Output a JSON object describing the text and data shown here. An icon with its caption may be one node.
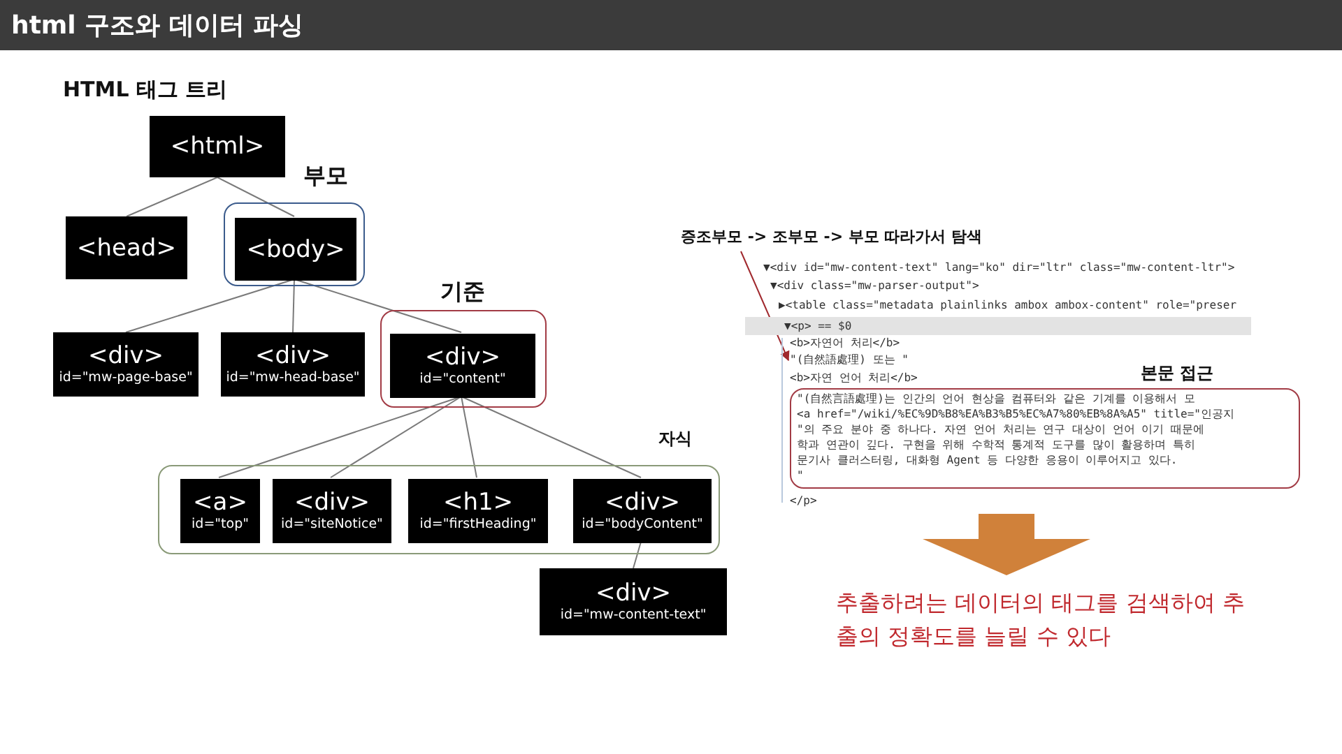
{
  "diagram": {
    "title": "html 구조와 데이터 파싱",
    "nodes": [
      {
        "text": [
          "<html>"
        ]
      },
      {
        "text": [
          "<head>"
        ]
      },
      {
        "text": [
          "부모"
        ]
      },
      {
        "text": [
          "<body>"
        ],
        "in": 2
      },
      {
        "text": [
          "<div>",
          "id=\"mw-page-base\""
        ]
      },
      {
        "text": [
          "<div>",
          "id=\"mw-head-base\""
        ]
      },
      {
        "text": [
          "기준"
        ]
      },
      {
        "text": [
          "<div>",
          "id=\"content\""
        ],
        "in": 6
      },
      {
        "text": [
          "자식"
        ]
      },
      {
        "text": [
          "<a>",
          "id=\"top\""
        ],
        "in": 8
      },
      {
        "text": [
          "<div>",
          "id=\"siteNotice\""
        ],
        "in": 8
      },
      {
        "text": [
          "<h1>",
          "id=\"firstHeading\""
        ],
        "in": 8
      },
      {
        "text": [
          "<div>",
          "id=\"bodyContent\""
        ],
        "in": 8
      },
      {
        "text": [
          "<div>",
          "id=\"mw-content-text\""
        ]
      },
      {
        "text": [
          "증조부모 -> 조부모 -> 부모 따라가서 탐색"
        ]
      },
      {
        "text": [
          "\"(自然語處理) 또는 \""
        ]
      },
      {
        "text": [
          "본문 접근",
          "\"(自然言語處理)는 인간의 언어 현상을 컴퓨터와 같은 기계를 이용해서 모",
          "<a href=\"/wiki/%EC%9D%B8%EA%B3%B5%EC%A7%80%EB%8A%A5\" title=\"인공지",
          "\"의 주요 분야 중 하나다. 자연 언어 처리는 연구 대상이 언어 이기 때문에",
          "학과 연관이 깊다. 구현을 위해 수학적 통계적 도구를 많이 활용하며 특히",
          "문기사 클러스터링, 대화형 Agent 등 다양한 응용이 이루어지고 있다.",
          "\""
        ]
      }
    ],
    "edges": [
      {
        "from": 0,
        "to": 1,
        "arrow": "none"
      },
      {
        "from": 0,
        "to": 3,
        "arrow": "none"
      },
      {
        "from": 3,
        "to": 4,
        "arrow": "none"
      },
      {
        "from": 3,
        "to": 5,
        "arrow": "none"
      },
      {
        "from": 3,
        "to": 7,
        "arrow": "none"
      },
      {
        "from": 7,
        "to": 9,
        "arrow": "none"
      },
      {
        "from": 7,
        "to": 10,
        "arrow": "none"
      },
      {
        "from": 7,
        "to": 11,
        "arrow": "none"
      },
      {
        "from": 7,
        "to": 12,
        "arrow": "none"
      },
      {
        "from": 12,
        "to": 13,
        "arrow": "none"
      },
      {
        "from": 14,
        "to": 15,
        "arrow": "to",
        "color": "#a0282d"
      }
    ],
    "labels": [
      "HTML 태그 트리",
      "▼<div id=\"mw-content-text\" lang=\"ko\" dir=\"ltr\" class=\"mw-content-ltr\">",
      "▼<div class=\"mw-parser-output\">",
      "▶<table class=\"metadata plainlinks ambox ambox-content\" role=\"preser",
      "▼<p> == $0",
      "<b>자연어 처리</b>",
      "<b>자연 언어 처리</b>",
      "</p>",
      "추출하려는 데이터의 태그를 검색하여 추출의 정확도를 늘릴 수 있다"
    ]
  }
}
